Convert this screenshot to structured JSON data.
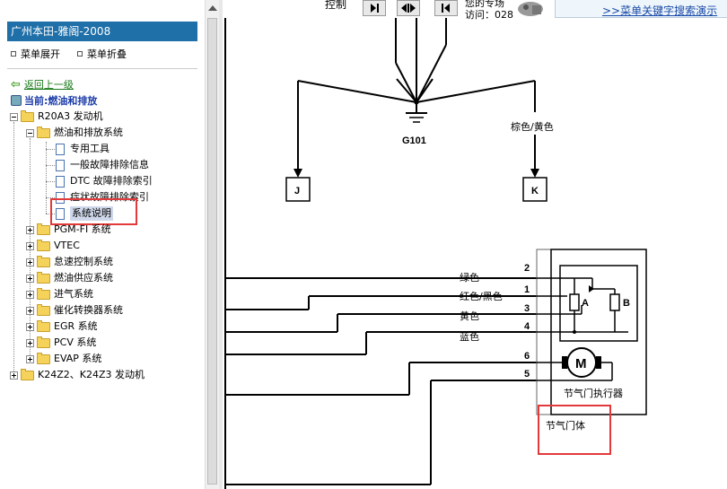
{
  "toolbar": {
    "control_label": "控制",
    "counter_text": "您的专场",
    "counter_value": "访问：028",
    "search_link": ">>菜单关键字搜索演示"
  },
  "sidebar": {
    "title": "广州本田-雅阁-2008",
    "expand_label": "菜单展开",
    "collapse_label": "菜单折叠",
    "back_label": "返回上一级",
    "current_label": "当前:燃油和排放",
    "tree": {
      "engine_r20a3": "R20A3 发动机",
      "fuel_emission": "燃油和排放系统",
      "special_tools": "专用工具",
      "general_troubleshooting": "一般故障排除信息",
      "dtc_index": "DTC 故障排除索引",
      "symptom_index": "症状故障排除索引",
      "system_description": "系统说明",
      "pgm_fi": "PGM-FI 系统",
      "vtec": "VTEC",
      "idle_control": "怠速控制系统",
      "fuel_supply": "燃油供应系统",
      "intake": "进气系统",
      "catalytic": "催化转换器系统",
      "egr": "EGR 系统",
      "pcv": "PCV 系统",
      "evap": "EVAP 系统",
      "engine_k24": "K24Z2、K24Z3 发动机"
    }
  },
  "diagram": {
    "ground_label": "G101",
    "connector_j": "J",
    "connector_k": "K",
    "wire_color_brown_yellow": "棕色/黄色",
    "wire_green": "绿色",
    "wire_red_black": "红色/黑色",
    "wire_yellow": "黄色",
    "wire_blue": "蓝色",
    "pin_2": "2",
    "pin_1": "1",
    "pin_3": "3",
    "pin_4": "4",
    "pin_6": "6",
    "pin_5": "5",
    "sensor_a": "A",
    "sensor_b": "B",
    "motor_symbol": "M",
    "actuator_label": "节气门执行器",
    "throttle_body_label": "节气门体"
  },
  "colors": {
    "title_bar": "#1f6fa8",
    "highlight_box": "#e23a3a",
    "link_green": "#1a7a1a"
  }
}
